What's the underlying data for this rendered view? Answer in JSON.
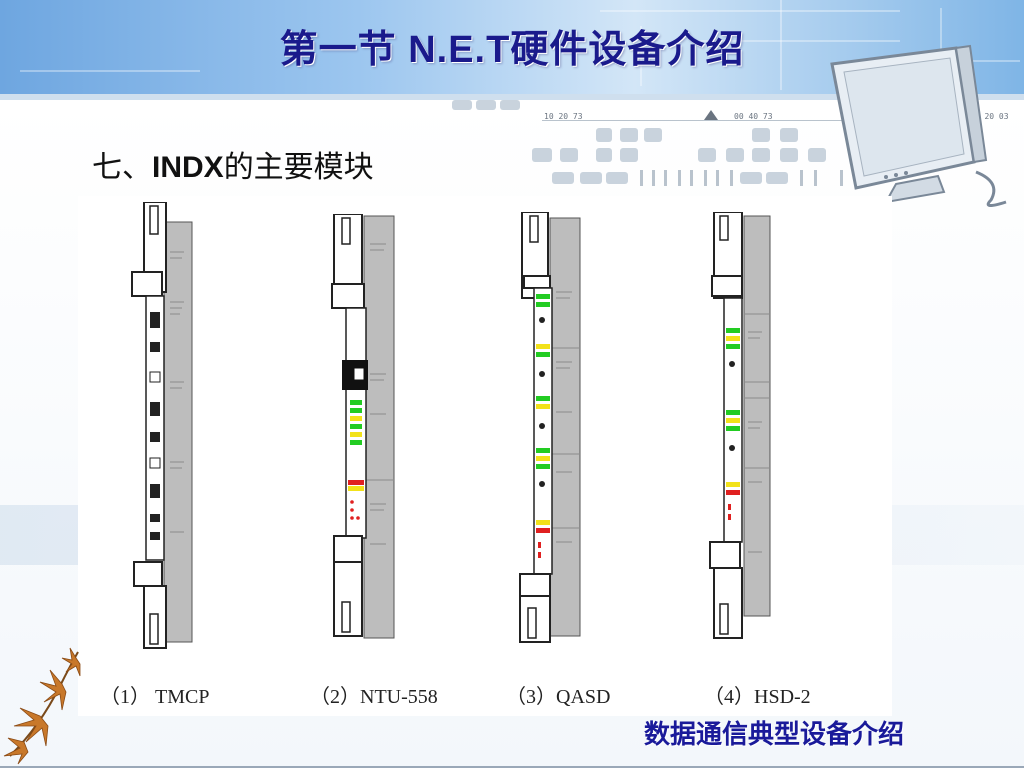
{
  "slide": {
    "title": "第一节  N.E.T硬件设备介绍",
    "section_prefix": "七、",
    "section_bold": "INDX",
    "section_suffix": "的主要模块",
    "footer": "数据通信典型设备介绍"
  },
  "decor": {
    "coords": [
      "10 20 73",
      "00 40 73",
      "10 20 03"
    ]
  },
  "modules": [
    {
      "caption": "（1）  TMCP"
    },
    {
      "caption": "（2）NTU-558"
    },
    {
      "caption": "（3）QASD"
    },
    {
      "caption": "（4）HSD-2"
    }
  ],
  "colors": {
    "title": "#1a1a8c",
    "footer": "#1a1a9a",
    "led_green": "#22cc22",
    "led_yellow": "#f2e21a",
    "led_red": "#e02020",
    "faceplate_gray": "#bdbdbd"
  }
}
